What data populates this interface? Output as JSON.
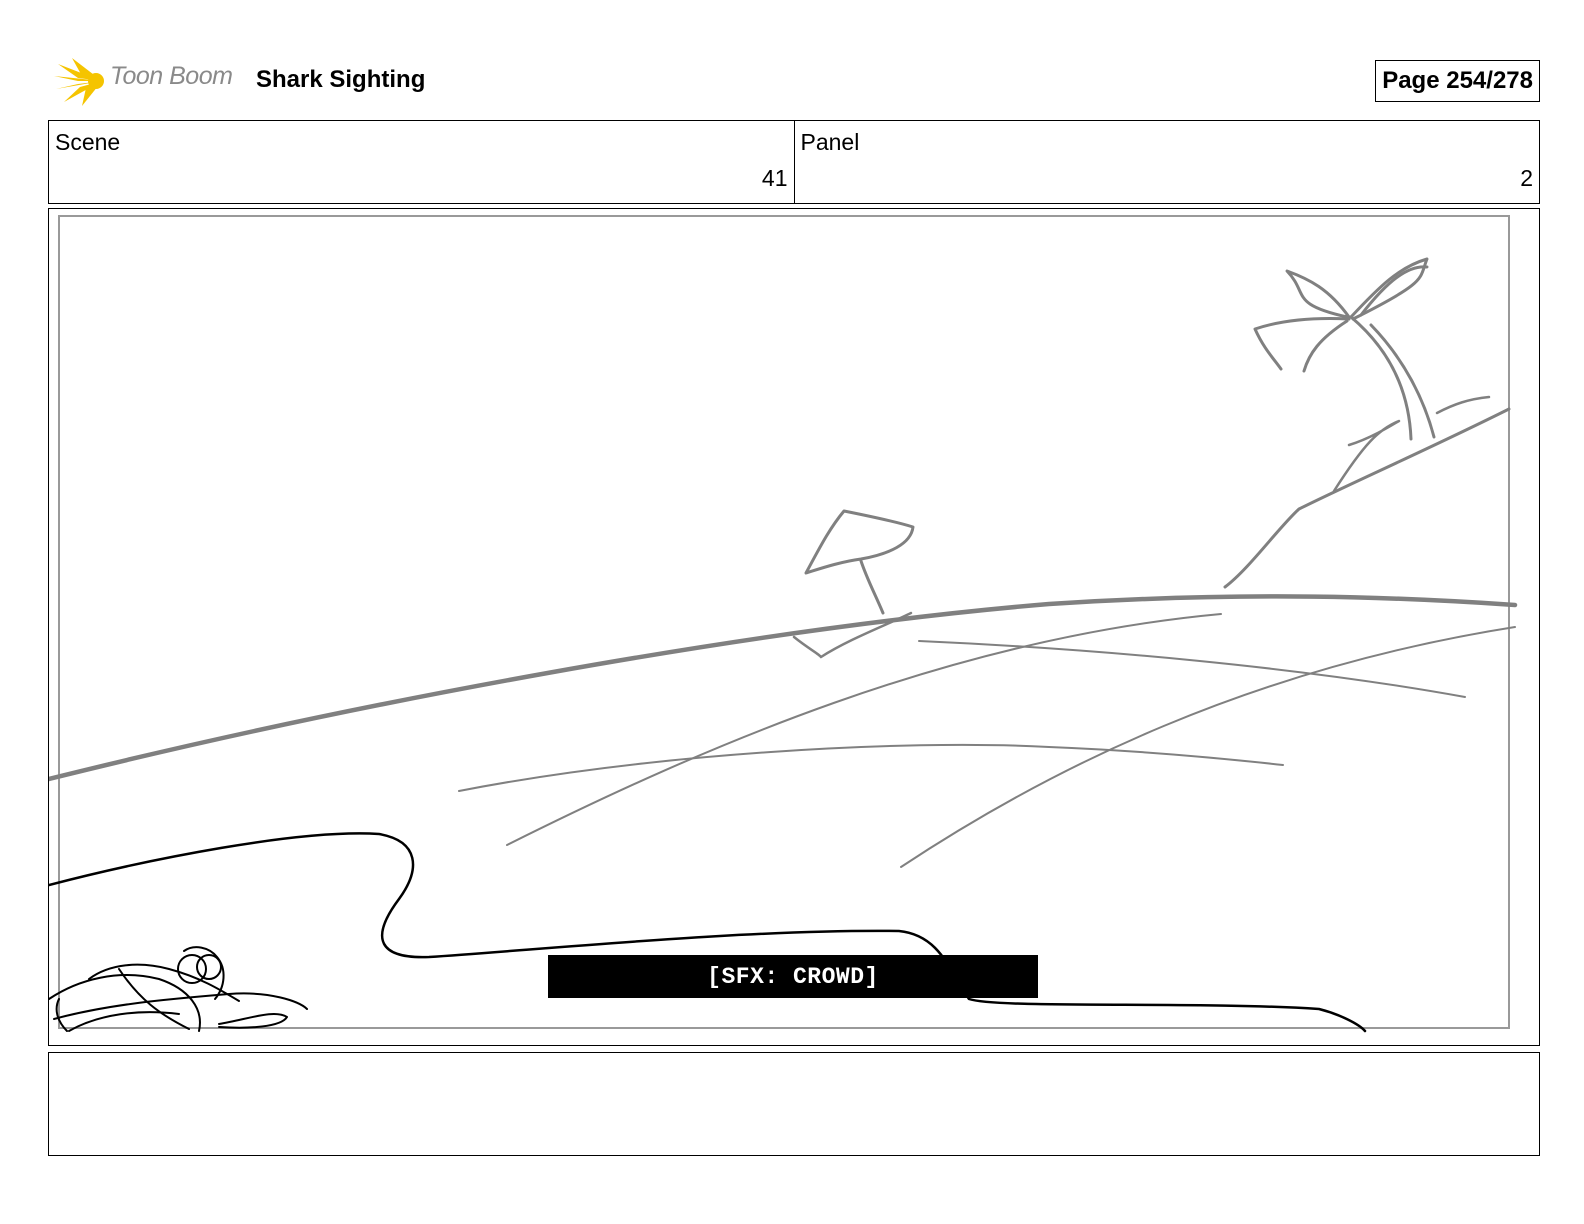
{
  "header": {
    "logo_text": "Toon Boom",
    "project_title": "Shark Sighting",
    "page_label": "Page 254/278"
  },
  "info": {
    "scene_label": "Scene",
    "scene_value": "41",
    "panel_label": "Panel",
    "panel_value": "2"
  },
  "panel": {
    "caption": "[SFX: CROWD]"
  },
  "colors": {
    "logo_yellow": "#f5c400",
    "sketch_gray": "#808080",
    "ink": "#000000"
  }
}
